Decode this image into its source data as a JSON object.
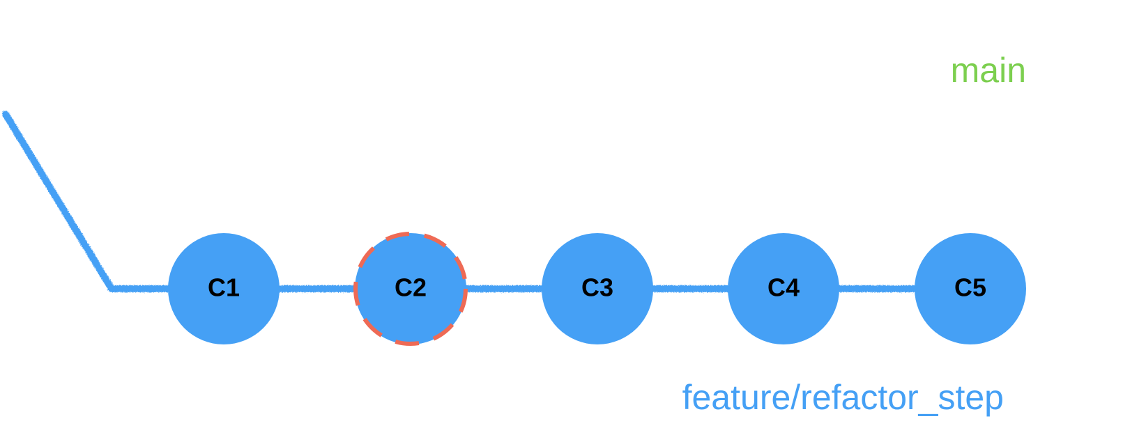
{
  "branches": {
    "main": {
      "label": "main",
      "color": "#7ccf4f"
    },
    "feature": {
      "label": "feature/refactor_step",
      "color": "#45a0f5"
    }
  },
  "commits": [
    {
      "id": "C1",
      "highlighted": false
    },
    {
      "id": "C2",
      "highlighted": true
    },
    {
      "id": "C3",
      "highlighted": false
    },
    {
      "id": "C4",
      "highlighted": false
    },
    {
      "id": "C5",
      "highlighted": false
    }
  ],
  "colors": {
    "commit_fill": "#45a0f5",
    "commit_text": "#000000",
    "highlight_ring": "#ee6a55"
  }
}
